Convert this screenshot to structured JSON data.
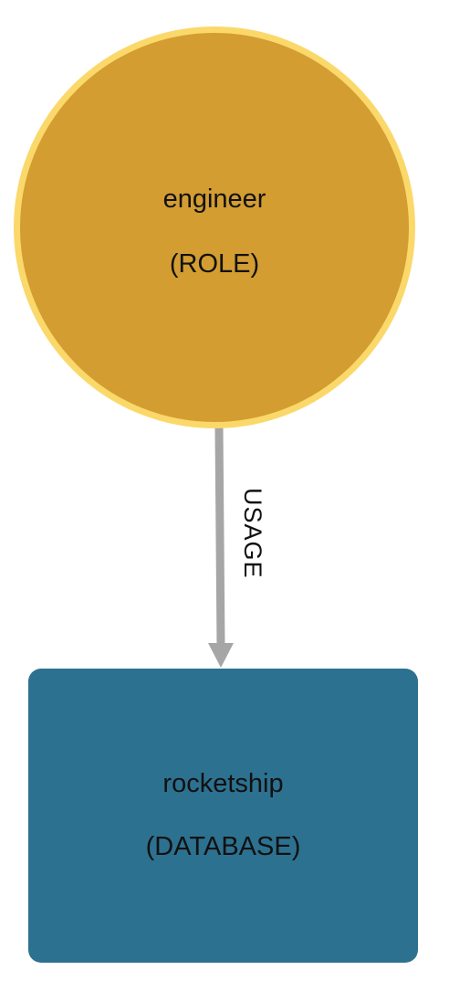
{
  "nodes": {
    "role": {
      "name": "engineer",
      "type": "(ROLE)",
      "fill_color": "#d39d31",
      "border_color": "#fbd86a"
    },
    "database": {
      "name": "rocketship",
      "type": "(DATABASE)",
      "fill_color": "#2d7190"
    }
  },
  "edge": {
    "label": "USAGE",
    "color": "#a6a6a6"
  }
}
